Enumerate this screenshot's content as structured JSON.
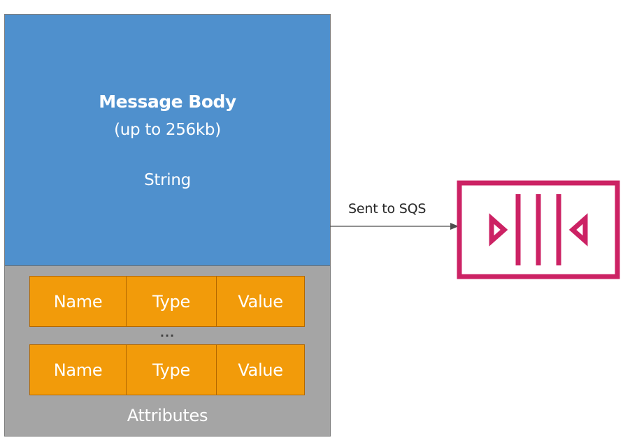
{
  "colors": {
    "body_fill": "#4f90cd",
    "attributes_fill": "#a5a5a5",
    "attribute_cell_fill": "#f29b0a",
    "sqs_icon": "#cc2264",
    "arrow": "#4d4d4d"
  },
  "message": {
    "body": {
      "title": "Message Body",
      "size_note": "(up to 256kb)",
      "type": "String"
    },
    "attributes": {
      "rows": [
        {
          "name": "Name",
          "type": "Type",
          "value": "Value"
        },
        {
          "name": "Name",
          "type": "Type",
          "value": "Value"
        }
      ],
      "ellipsis": "...",
      "label": "Attributes"
    }
  },
  "connector": {
    "label": "Sent to SQS"
  },
  "queue_icon": "sqs-queue-icon"
}
